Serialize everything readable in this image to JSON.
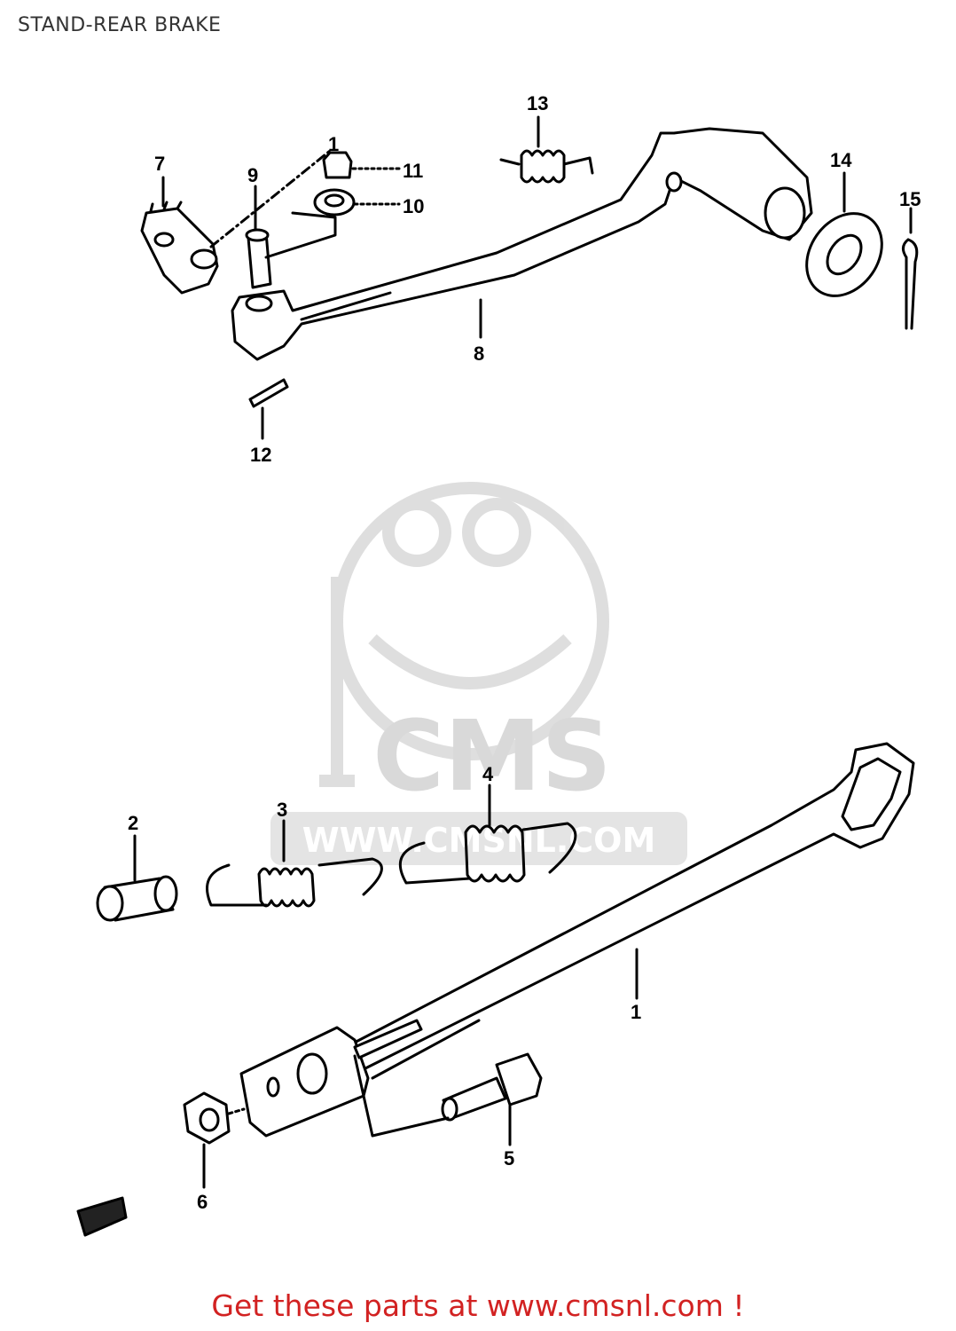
{
  "header": {
    "title": "STAND-REAR BRAKE"
  },
  "watermark": {
    "brand": "CMS",
    "url": "WWW.CMSNL.COM"
  },
  "footer": {
    "text": "Get these parts at www.cmsnl.com !"
  },
  "callouts": [
    {
      "id": "1",
      "label": "1"
    },
    {
      "id": "1b",
      "label": "1"
    },
    {
      "id": "2",
      "label": "2"
    },
    {
      "id": "3",
      "label": "3"
    },
    {
      "id": "4",
      "label": "4"
    },
    {
      "id": "5",
      "label": "5"
    },
    {
      "id": "6",
      "label": "6"
    },
    {
      "id": "7",
      "label": "7"
    },
    {
      "id": "8",
      "label": "8"
    },
    {
      "id": "9",
      "label": "9"
    },
    {
      "id": "10",
      "label": "10"
    },
    {
      "id": "11",
      "label": "11"
    },
    {
      "id": "12",
      "label": "12"
    },
    {
      "id": "13",
      "label": "13"
    },
    {
      "id": "14",
      "label": "14"
    },
    {
      "id": "15",
      "label": "15"
    }
  ],
  "colors": {
    "line": "#000000",
    "footer": "#d22222",
    "watermark": "#d9d9d9",
    "title": "#333333"
  }
}
